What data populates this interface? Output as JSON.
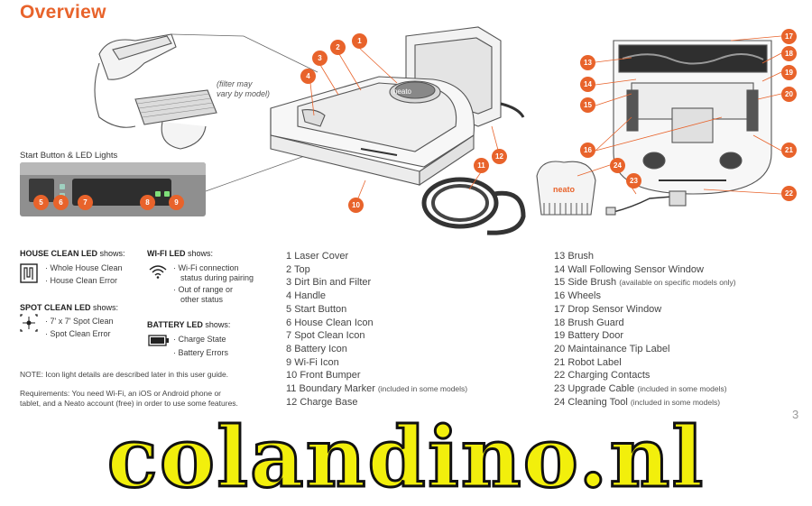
{
  "title": "Overview",
  "filter_note": [
    "(filter may",
    "vary by model)"
  ],
  "led_caption": "Start Button & LED Lights",
  "callouts": {
    "c1": "1",
    "c2": "2",
    "c3": "3",
    "c4": "4",
    "c5": "5",
    "c6": "6",
    "c7": "7",
    "c8": "8",
    "c9": "9",
    "c10": "10",
    "c11": "11",
    "c12": "12",
    "c13": "13",
    "c14": "14",
    "c15": "15",
    "c16a": "16",
    "c16b": "16",
    "c17": "17",
    "c18": "18",
    "c19": "19",
    "c20": "20",
    "c21": "21",
    "c22": "22",
    "c23": "23",
    "c24": "24"
  },
  "brand_label": "neato",
  "legend": {
    "house": {
      "heading": "HOUSE CLEAN LED",
      "shows": "shows:",
      "items": [
        "· Whole House Clean",
        "· House Clean Error"
      ]
    },
    "spot": {
      "heading": "SPOT CLEAN LED",
      "shows": "shows:",
      "items": [
        "· 7' x 7' Spot Clean",
        "· Spot Clean Error"
      ]
    },
    "wifi": {
      "heading": "WI-FI LED",
      "shows": "shows:",
      "items": [
        "· Wi-Fi connection",
        "status during pairing",
        "· Out of range or",
        "other status"
      ]
    },
    "battery": {
      "heading": "BATTERY LED",
      "shows": "shows:",
      "items": [
        "· Charge State",
        "· Battery Errors"
      ]
    }
  },
  "note": "NOTE:  Icon light details are described later in this user guide.",
  "requirements": [
    "Requirements: You need Wi-Fi, an iOS or Android phone or",
    "tablet, and a Neato account (free) in order to use some features."
  ],
  "parts_left": [
    {
      "num": "1",
      "name": "Laser Cover",
      "note": ""
    },
    {
      "num": "2",
      "name": "Top",
      "note": ""
    },
    {
      "num": "3",
      "name": "Dirt Bin and Filter",
      "note": ""
    },
    {
      "num": "4",
      "name": "Handle",
      "note": ""
    },
    {
      "num": "5",
      "name": "Start Button",
      "note": ""
    },
    {
      "num": "6",
      "name": "House Clean Icon",
      "note": ""
    },
    {
      "num": "7",
      "name": "Spot Clean Icon",
      "note": ""
    },
    {
      "num": "8",
      "name": "Battery Icon",
      "note": ""
    },
    {
      "num": "9",
      "name": "Wi-Fi Icon",
      "note": ""
    },
    {
      "num": "10",
      "name": "Front Bumper",
      "note": ""
    },
    {
      "num": "11",
      "name": "Boundary Marker",
      "note": "(included in some models)"
    },
    {
      "num": "12",
      "name": "Charge Base",
      "note": ""
    }
  ],
  "parts_right": [
    {
      "num": "13",
      "name": "Brush",
      "note": ""
    },
    {
      "num": "14",
      "name": "Wall Following Sensor Window",
      "note": ""
    },
    {
      "num": "15",
      "name": "Side Brush",
      "note": "(available on specific models only)"
    },
    {
      "num": "16",
      "name": "Wheels",
      "note": ""
    },
    {
      "num": "17",
      "name": "Drop Sensor Window",
      "note": ""
    },
    {
      "num": "18",
      "name": "Brush Guard",
      "note": ""
    },
    {
      "num": "19",
      "name": "Battery Door",
      "note": ""
    },
    {
      "num": "20",
      "name": "Maintainance Tip Label",
      "note": ""
    },
    {
      "num": "21",
      "name": "Robot Label",
      "note": ""
    },
    {
      "num": "22",
      "name": "Charging Contacts",
      "note": ""
    },
    {
      "num": "23",
      "name": "Upgrade Cable",
      "note": "(included in some models)"
    },
    {
      "num": "24",
      "name": "Cleaning Tool",
      "note": "(included in some models)"
    }
  ],
  "page_number": "3",
  "watermark": "colandino.nl",
  "colors": {
    "accent": "#e8632b",
    "watermark_fill": "#f2ef0c"
  }
}
